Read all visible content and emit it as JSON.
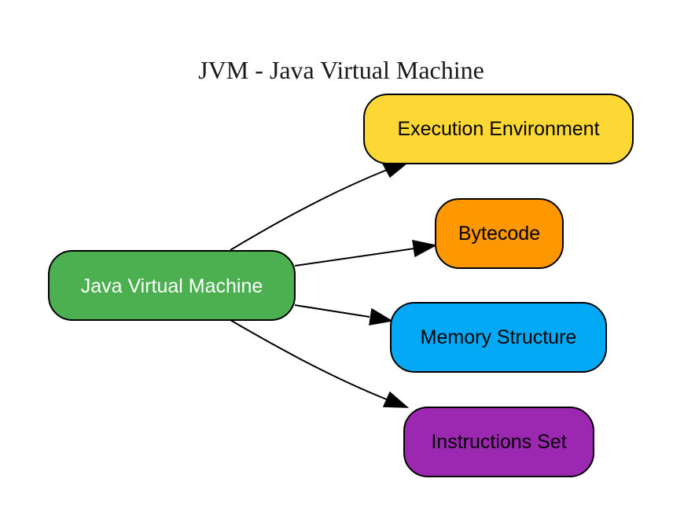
{
  "diagram": {
    "title": "JVM - Java Virtual Machine",
    "type": "directed-graph",
    "nodes": [
      {
        "id": "jvm",
        "label": "Java Virtual Machine",
        "fill": "#4caf50",
        "text_color": "#ffffff"
      },
      {
        "id": "exec",
        "label": "Execution Environment",
        "fill": "#fdd835",
        "text_color": "#000000"
      },
      {
        "id": "bytecode",
        "label": "Bytecode",
        "fill": "#ff9800",
        "text_color": "#000000"
      },
      {
        "id": "memory",
        "label": "Memory Structure",
        "fill": "#03a9f4",
        "text_color": "#000000"
      },
      {
        "id": "instr",
        "label": "Instructions Set",
        "fill": "#9c27b0",
        "text_color": "#000000"
      }
    ],
    "edges": [
      {
        "from": "jvm",
        "to": "exec"
      },
      {
        "from": "jvm",
        "to": "bytecode"
      },
      {
        "from": "jvm",
        "to": "memory"
      },
      {
        "from": "jvm",
        "to": "instr"
      }
    ]
  }
}
